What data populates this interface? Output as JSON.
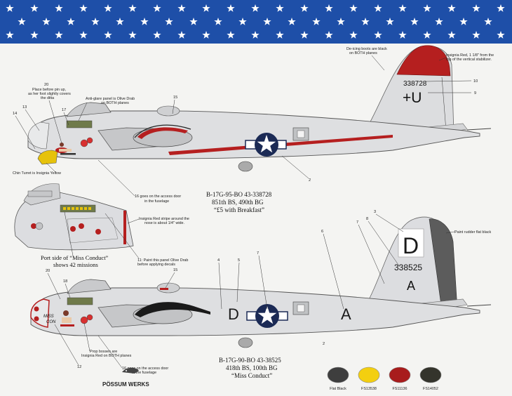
{
  "banner": {
    "background": "#1e4fa8",
    "star_color": "#ffffff"
  },
  "top_notes": {
    "deicing": [
      "De-icing boots are black",
      "on BOTH planes"
    ],
    "tail_red": [
      "Insignia Red, 1 1/8\" from the",
      "top of the vertical stabilizer."
    ],
    "place_before": [
      "Place before pin up,",
      "as her foot slightly covers",
      "the ditta"
    ],
    "antiglare": [
      "Anti-glare panel is Olive Drab",
      "on BOTH planes"
    ],
    "chin": "Chin Turret is Insignia Yellow",
    "access_door": [
      "16 goes on the access door",
      "in the fuselage"
    ]
  },
  "plane1": {
    "serial": "338728",
    "code": "+U",
    "caption": [
      "B-17G-95-BO 43-338728",
      "851th BS, 490th BG",
      "“£5 with Breakfast”"
    ],
    "numbers": {
      "n20": "20",
      "n17": "17",
      "n13": "13",
      "n14": "14",
      "n15": "15",
      "n10": "10",
      "n9": "9",
      "n2": "2"
    }
  },
  "inset": {
    "note_stripe": [
      "Insignia Red stripe around the",
      "nose is about 1/4\" wide."
    ],
    "note_paint": [
      "11: Paint this panel Olive Drab",
      "before applying decals"
    ],
    "port_side": [
      "Port side of “Miss Conduct”",
      "shows 42 missions"
    ]
  },
  "plane2": {
    "serial": "338525",
    "tail_letter": "D",
    "under_letter": "A",
    "fuselage_left": "D",
    "fuselage_right": "A",
    "nose_art": [
      "MISS",
      "CON"
    ],
    "rudder_note": "Paint rudder flat black",
    "prop_note": [
      "Prop bosses are",
      "Insignia Red on BOTH planes"
    ],
    "access_door": [
      "16 goes on the access door",
      "in the fuselage"
    ],
    "caption": [
      "B-17G-90-BO 43-38525",
      "418th BS, 100th BG",
      "“Miss Conduct”"
    ],
    "numbers": {
      "n3": "3",
      "n8": "8",
      "n7": "7",
      "n6": "6",
      "n4": "4",
      "n5": "5",
      "n2": "2",
      "n15": "15",
      "n20": "20",
      "n18": "18",
      "n12": "12"
    }
  },
  "logo": "PÖSSUM WERKS",
  "swatches": [
    {
      "label": "Flat Black",
      "color": "#3e3e3e"
    },
    {
      "label": "FS13538",
      "color": "#f3cf10"
    },
    {
      "label": "FS11136",
      "color": "#a81c1c"
    },
    {
      "label": "FS14052",
      "color": "#34342c"
    }
  ]
}
